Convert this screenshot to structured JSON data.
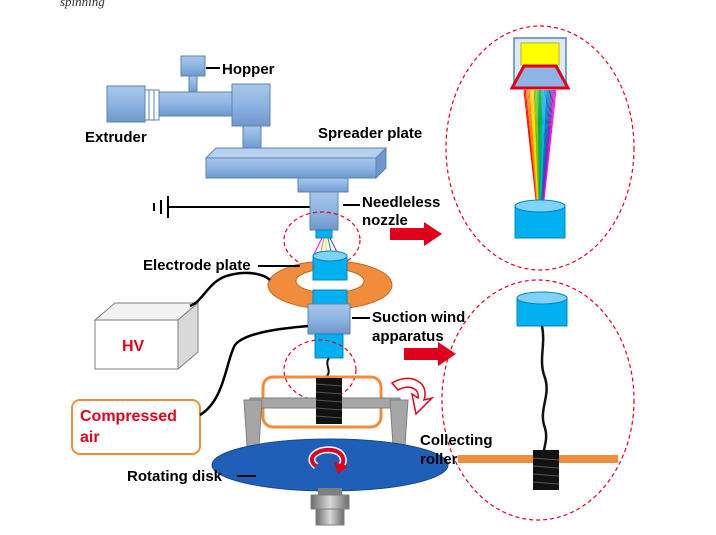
{
  "caption": "spinning",
  "labels": {
    "hopper": "Hopper",
    "extruder": "Extruder",
    "spreader_plate": "Spreader plate",
    "needleless_line1": "Needleless",
    "needleless_line2": "nozzle",
    "electrode_plate": "Electrode plate",
    "suction_line1": "Suction wind",
    "suction_line2": "apparatus",
    "hv": "HV",
    "compressed_line1": "Compressed",
    "compressed_line2": "air",
    "collecting_line1": "Collecting",
    "collecting_line2": "roller",
    "rotating_disk": "Rotating disk"
  },
  "colors": {
    "equipment": "#8db4e2",
    "equipment_stroke": "#5a84b5",
    "nozzle_blue": "#00b0f0",
    "electrode_orange": "#f08c3c",
    "dashed_circle": "#e0001b",
    "arrow_red": "#e0001b",
    "hv_red": "#e0001b",
    "compressed_red": "#e0001b",
    "disk_blue": "#1f5fb8",
    "hopper_yellow": "#ffff00",
    "fiber_black": "#111111",
    "support_gray": "#a6a6a6"
  }
}
